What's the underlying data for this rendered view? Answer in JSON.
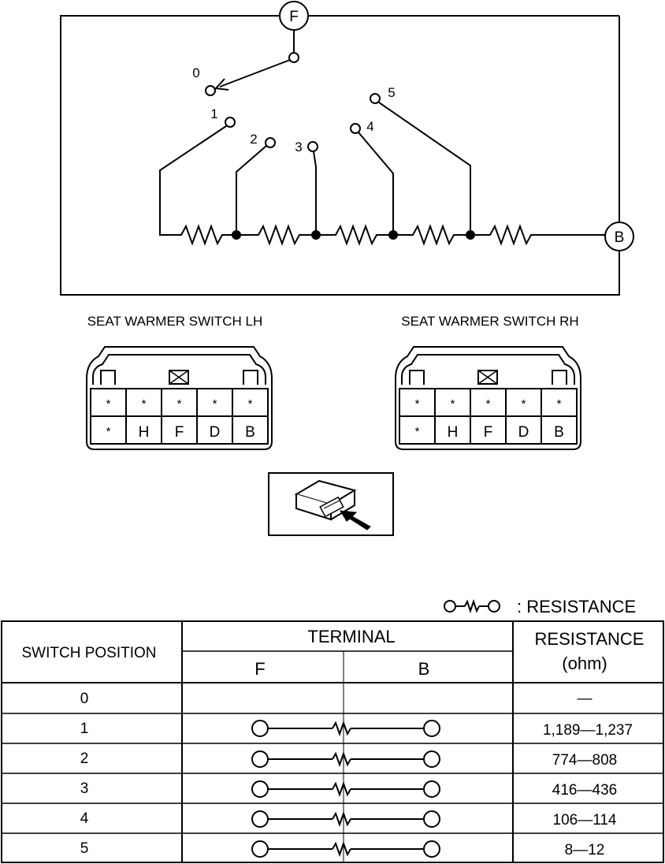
{
  "circuit": {
    "terminal_f": "F",
    "terminal_b": "B",
    "position_labels": [
      "0",
      "1",
      "2",
      "3",
      "4",
      "5"
    ]
  },
  "connectors": {
    "lh_title": "SEAT WARMER SWITCH LH",
    "rh_title": "SEAT WARMER SWITCH RH",
    "top_row": [
      "*",
      "*",
      "*",
      "*",
      "*"
    ],
    "bottom_row": [
      "*",
      "H",
      "F",
      "D",
      "B"
    ]
  },
  "table": {
    "legend": ": RESISTANCE",
    "col_switch": "SWITCH POSITION",
    "col_terminal": "TERMINAL",
    "col_f": "F",
    "col_b": "B",
    "col_resistance": "RESISTANCE",
    "col_resistance_unit": "(ohm)",
    "rows": [
      {
        "position": "0",
        "continuity": false,
        "resistance": "—"
      },
      {
        "position": "1",
        "continuity": true,
        "resistance": "1,189—1,237"
      },
      {
        "position": "2",
        "continuity": true,
        "resistance": "774—808"
      },
      {
        "position": "3",
        "continuity": true,
        "resistance": "416—436"
      },
      {
        "position": "4",
        "continuity": true,
        "resistance": "106—114"
      },
      {
        "position": "5",
        "continuity": true,
        "resistance": "8—12"
      }
    ]
  }
}
